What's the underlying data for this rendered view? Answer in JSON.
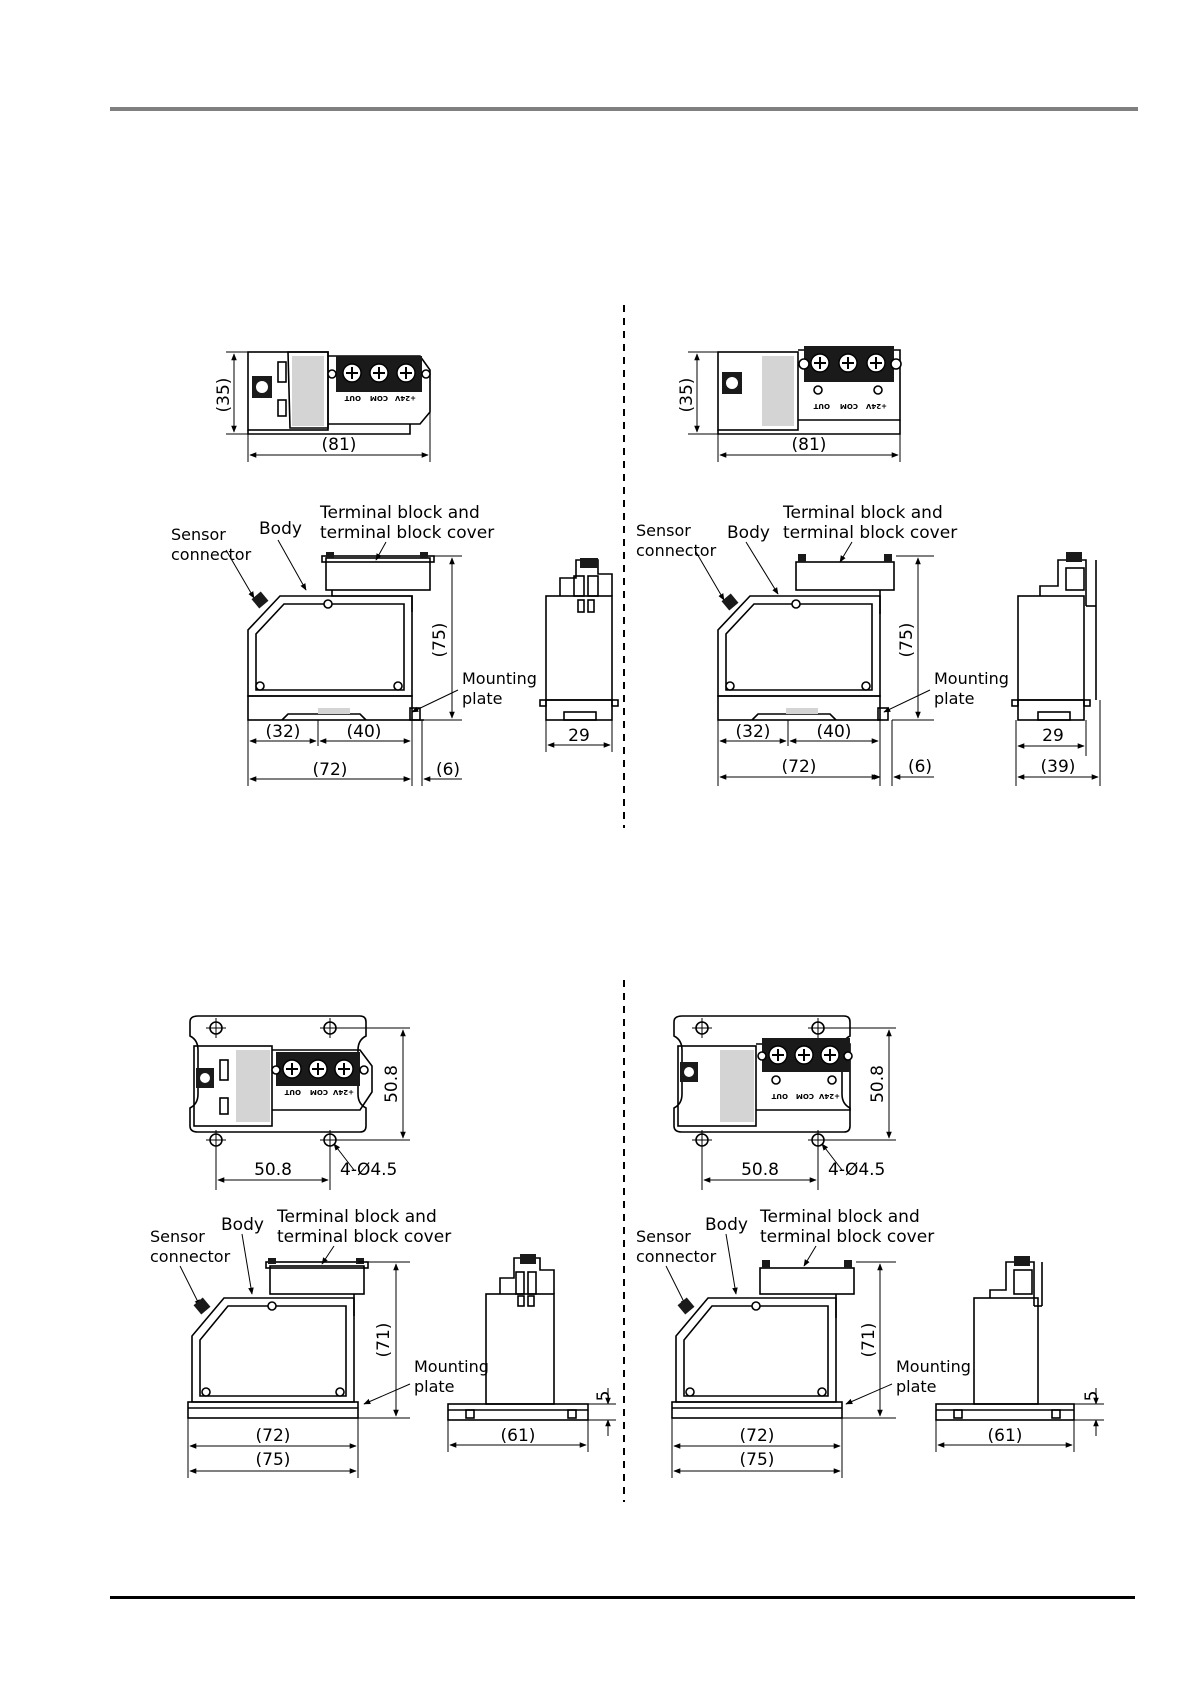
{
  "labels": {
    "sensor_connector_line1": "Sensor",
    "sensor_connector_line2": "connector",
    "body": "Body",
    "terminal_line1": "Terminal block and",
    "terminal_line2": "terminal block cover",
    "mounting_line1": "Mounting",
    "mounting_line2": "plate"
  },
  "terminal_markings": {
    "out": "OUT",
    "com": "COM",
    "v24": "+24V"
  },
  "views": {
    "top_left": {
      "plan_height": "(35)",
      "plan_width": "(81)",
      "height": "(75)",
      "left_seg": "(32)",
      "right_seg": "(40)",
      "total": "(72)",
      "offset": "(6)",
      "side_width": "29"
    },
    "top_right": {
      "plan_height": "(35)",
      "plan_width": "(81)",
      "height": "(75)",
      "left_seg": "(32)",
      "right_seg": "(40)",
      "total": "(72)",
      "offset": "(6)",
      "side_inner": "29",
      "side_outer": "(39)"
    },
    "bottom_left": {
      "plan_height": "50.8",
      "plan_width": "50.8",
      "holes": "4-Ø4.5",
      "height": "(71)",
      "inner": "(72)",
      "outer": "(75)",
      "plate": "5",
      "side_width": "(61)"
    },
    "bottom_right": {
      "plan_height": "50.8",
      "plan_width": "50.8",
      "holes": "4-Ø4.5",
      "height": "(71)",
      "inner": "(72)",
      "outer": "(75)",
      "plate": "5",
      "side_width": "(61)"
    }
  }
}
